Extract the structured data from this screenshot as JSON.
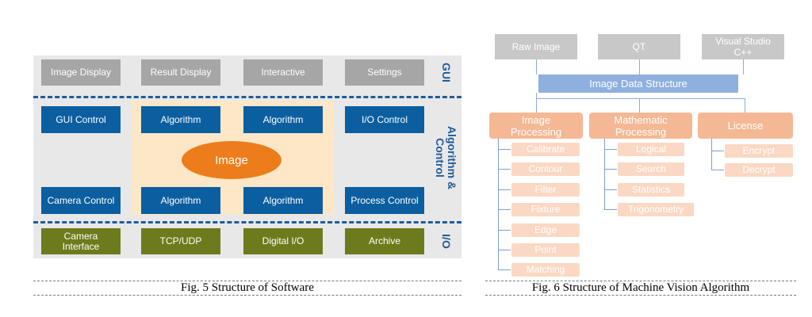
{
  "fig5": {
    "caption": "Fig. 5 Structure of Software",
    "gui_label": "GUI",
    "algo_label_line1": "Algorithm &",
    "algo_label_line2": "Control",
    "io_label": "I/O",
    "gui_row": [
      "Image Display",
      "Result Display",
      "Interactive",
      "Settings"
    ],
    "gui_control": "GUI Control",
    "camera_control": "Camera Control",
    "io_control": "I/O Control",
    "process_control": "Process Control",
    "algorithm": "Algorithm",
    "image": "Image",
    "io_row": {
      "camera_interface_line1": "Camera",
      "camera_interface_line2": "Interface",
      "tcp_udp": "TCP/UDP",
      "digital_io": "Digital I/O",
      "archive": "Archive"
    },
    "colors": {
      "gray": "#a6a6a6",
      "blue": "#0b5fa0",
      "green": "#6d7b1c",
      "orange": "#ed7d1a",
      "image_area": "#fde7c6"
    }
  },
  "fig6": {
    "caption": "Fig. 6 Structure of Machine Vision Algorithm",
    "top": {
      "raw_image": "Raw Image",
      "qt": "QT",
      "visual_studio_line1": "Visual Studio",
      "visual_studio_line2": "C++"
    },
    "data_structure": "Image Data Structure",
    "image_processing": {
      "title_line1": "Image",
      "title_line2": "Processing",
      "items": [
        "Calibrate",
        "Contour",
        "Filter",
        "Fixture",
        "Edge",
        "Point",
        "Matching"
      ]
    },
    "mathematic_processing": {
      "title_line1": "Mathematic",
      "title_line2": "Processing",
      "items": [
        "Logical",
        "Search",
        "Statistics",
        "Trigonometry"
      ]
    },
    "license": {
      "title": "License",
      "items": [
        "Encrypt",
        "Decrypt"
      ]
    },
    "colors": {
      "gray": "#c8c8c8",
      "blue": "#8fb0de",
      "orange": "#f5b894",
      "light_orange": "#fbd8c4"
    }
  }
}
